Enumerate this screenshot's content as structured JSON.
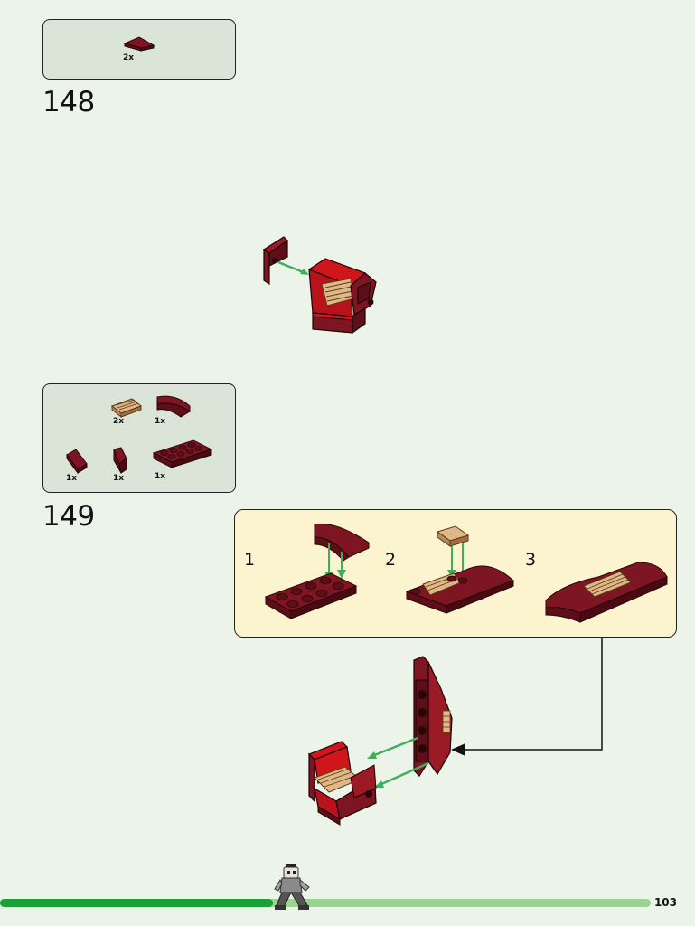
{
  "colors": {
    "page_bg": "#ecf4ea",
    "parts_box_bg": "#dae5d8",
    "sub_box_bg": "#fbf4cf",
    "dark_red": "#7e1522",
    "bright_red": "#d0151b",
    "tan": "#e0b887",
    "arrow_green": "#3fae5a",
    "progress_done": "#1aa037",
    "progress_todo": "#9cd392"
  },
  "step148": {
    "number": "148",
    "parts": [
      {
        "icon": "dark-red-wing-piece-icon",
        "qty": "2x"
      }
    ]
  },
  "step149": {
    "number": "149",
    "parts": [
      {
        "icon": "tan-grille-tile-icon",
        "qty": "2x"
      },
      {
        "icon": "dark-red-curved-slope-icon",
        "qty": "1x"
      },
      {
        "icon": "dark-red-wedge-left-icon",
        "qty": "1x"
      },
      {
        "icon": "dark-red-wedge-right-icon",
        "qty": "1x"
      },
      {
        "icon": "dark-red-plate-2x4-icon",
        "qty": "1x"
      }
    ],
    "substeps": [
      "1",
      "2",
      "3"
    ]
  },
  "footer": {
    "page_number": "103",
    "progress": 0.42
  }
}
